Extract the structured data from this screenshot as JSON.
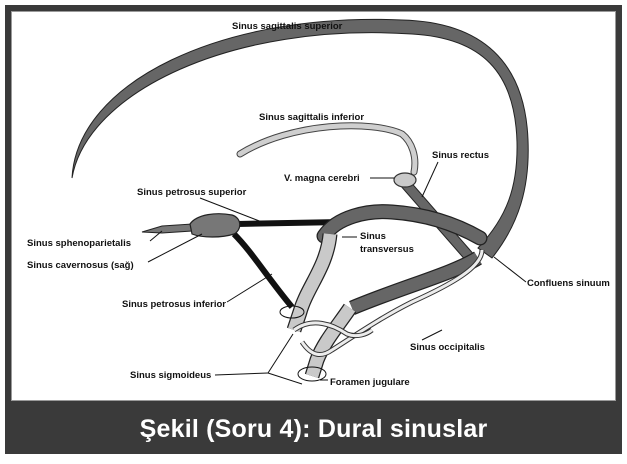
{
  "caption": "Şekil (Soru 4): Dural sinuslar",
  "labels": {
    "sss": "Sinus sagittalis superior",
    "ssi": "Sinus sagittalis inferior",
    "vmc": "V. magna cerebri",
    "srect": "Sinus rectus",
    "sps": "Sinus petrosus superior",
    "ssph": "Sinus sphenoparietalis",
    "scav": "Sinus cavernosus (sağ)",
    "spi": "Sinus petrosus inferior",
    "stv1": "Sinus",
    "stv2": "transversus",
    "conf": "Confluens sinuum",
    "socc": "Sinus occipitalis",
    "ssig": "Sinus sigmoideus",
    "fj": "Foramen jugulare"
  },
  "colors": {
    "dark_sinus": "#666666",
    "light_sinus": "#c9c9c9",
    "black_sinus": "#111111",
    "frame": "#3a3a3a"
  }
}
